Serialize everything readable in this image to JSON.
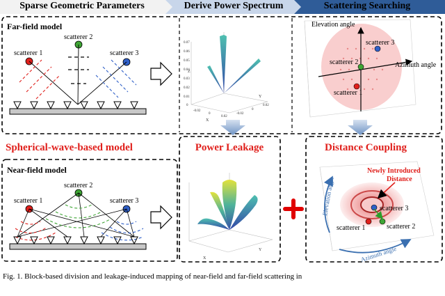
{
  "banner": {
    "step1": "Sparse Geometric Parameters",
    "step2": "Derive Power Spectrum",
    "step3": "Scattering Searching",
    "colors": {
      "step1": "#f2f2f2",
      "step2": "#c8d6ea",
      "step3": "#2f5c98"
    }
  },
  "far_field": {
    "title": "Far-field model",
    "scatterers": [
      {
        "label": "scatterer 1",
        "color": "#e0201c"
      },
      {
        "label": "scatterer 2",
        "color": "#3fa535"
      },
      {
        "label": "scatterer 3",
        "color": "#3060c8"
      }
    ],
    "plot": {
      "z_ticks": [
        "0.07",
        "0.06",
        "0.05",
        "0.04",
        "0.03",
        "0.02",
        "0.01",
        "0"
      ],
      "x_ticks": [
        "-0.02",
        "0",
        "0.02"
      ],
      "y_ticks": [
        "-0.02",
        "0",
        "0.02"
      ],
      "x_label": "X",
      "y_label": "Y",
      "z_label": "Z"
    }
  },
  "search": {
    "elevation_label": "Elevation angle",
    "azimuth_label": "Azimuth angle",
    "scatterer_labels": [
      "scatterer 1",
      "scatterer 2",
      "scatterer 3"
    ]
  },
  "sections": {
    "spherical_model": "Spherical-wave-based model",
    "power_leakage": "Power Leakage",
    "distance_coupling": "Distance Coupling",
    "plus_color": "#e00000",
    "title_color": "#e0201c"
  },
  "near_field": {
    "title": "Near-field model",
    "scatterers": [
      {
        "label": "scatterer 1",
        "color": "#e0201c"
      },
      {
        "label": "scatterer 2",
        "color": "#3fa535"
      },
      {
        "label": "scatterer 3",
        "color": "#3060c8"
      }
    ],
    "plot": {
      "x_label": "X",
      "y_label": "Y"
    }
  },
  "coupling": {
    "newly_introduced": "Newly Introduced",
    "distance": "Distance",
    "elevation_angle": "Elevation angle",
    "azimuth_angle": "Azimuth angle",
    "scatterer_labels": [
      "scatterer 1",
      "scatterer 2",
      "scatterer 3"
    ]
  },
  "caption": "Fig. 1. Block-based division and leakage-induced mapping of near-field and far-field scattering in"
}
